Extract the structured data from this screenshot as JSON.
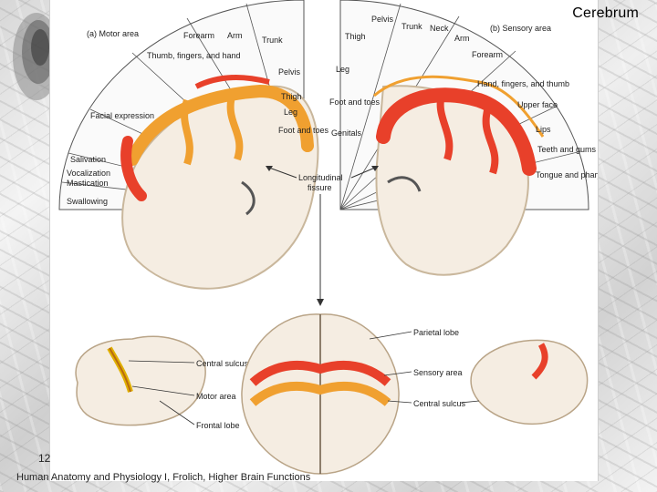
{
  "slide": {
    "title": "Cerebrum",
    "slide_number": "12",
    "footer": "Human Anatomy and Physiology I, Frolich, Higher Brain Functions"
  },
  "figure": {
    "motor_area_label": "(a) Motor area",
    "sensory_area_label": "(b) Sensory area",
    "motor_parts": [
      "Trunk",
      "Arm",
      "Forearm",
      "Thumb, fingers, and hand",
      "Facial expression",
      "Salivation",
      "Vocalization",
      "Mastication",
      "Swallowing",
      "Pelvis",
      "Thigh",
      "Leg",
      "Foot and toes"
    ],
    "sensory_parts": [
      "Pelvis",
      "Trunk",
      "Neck",
      "Arm",
      "Thigh",
      "Leg",
      "Foot and toes",
      "Genitals",
      "Forearm",
      "Hand, fingers, and thumb",
      "Upper face",
      "Lips",
      "Teeth and gums",
      "Tongue and pharynx"
    ],
    "fissure_label": [
      "Longitudinal",
      "fissure"
    ],
    "left_view_labels": [
      "Central sulcus",
      "Motor area",
      "Frontal lobe"
    ],
    "top_view_labels": [
      "Parietal lobe",
      "Sensory area",
      "Central sulcus"
    ],
    "colors": {
      "motor": "#f0a030",
      "sensory": "#e8402a",
      "cortex_light": "#f7efe6",
      "background": "#d9d9d9"
    }
  }
}
